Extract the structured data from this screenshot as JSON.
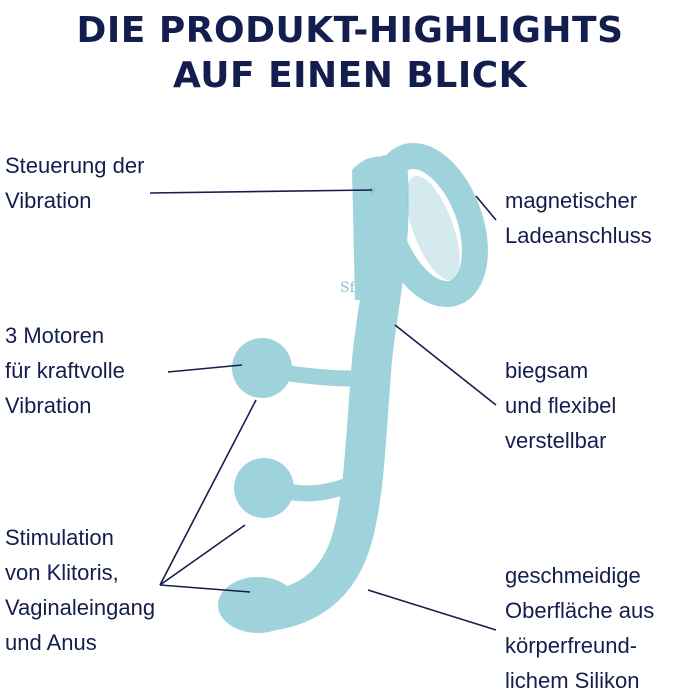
{
  "title": {
    "line1": "DIE PRODUKT-HIGHLIGHTS",
    "line2": "AUF EINEN BLICK"
  },
  "colors": {
    "text": "#141e4e",
    "product": "#9fd3dc",
    "product_shade": "#86c3cd"
  },
  "labels": {
    "control": [
      "Steuerung der",
      "Vibration"
    ],
    "motors": [
      "3 Motoren",
      "für kraftvolle",
      "Vibration"
    ],
    "stimulation": [
      "Stimulation",
      "von Klitoris,",
      "Vaginaleingang",
      "und Anus"
    ],
    "charging": [
      "magnetischer",
      "Ladeanschluss"
    ],
    "flexible": [
      "biegsam",
      "und flexibel",
      "verstellbar"
    ],
    "surface": [
      "geschmeidige",
      "Oberfläche aus",
      "körperfreund-",
      "lichem Silikon"
    ]
  }
}
